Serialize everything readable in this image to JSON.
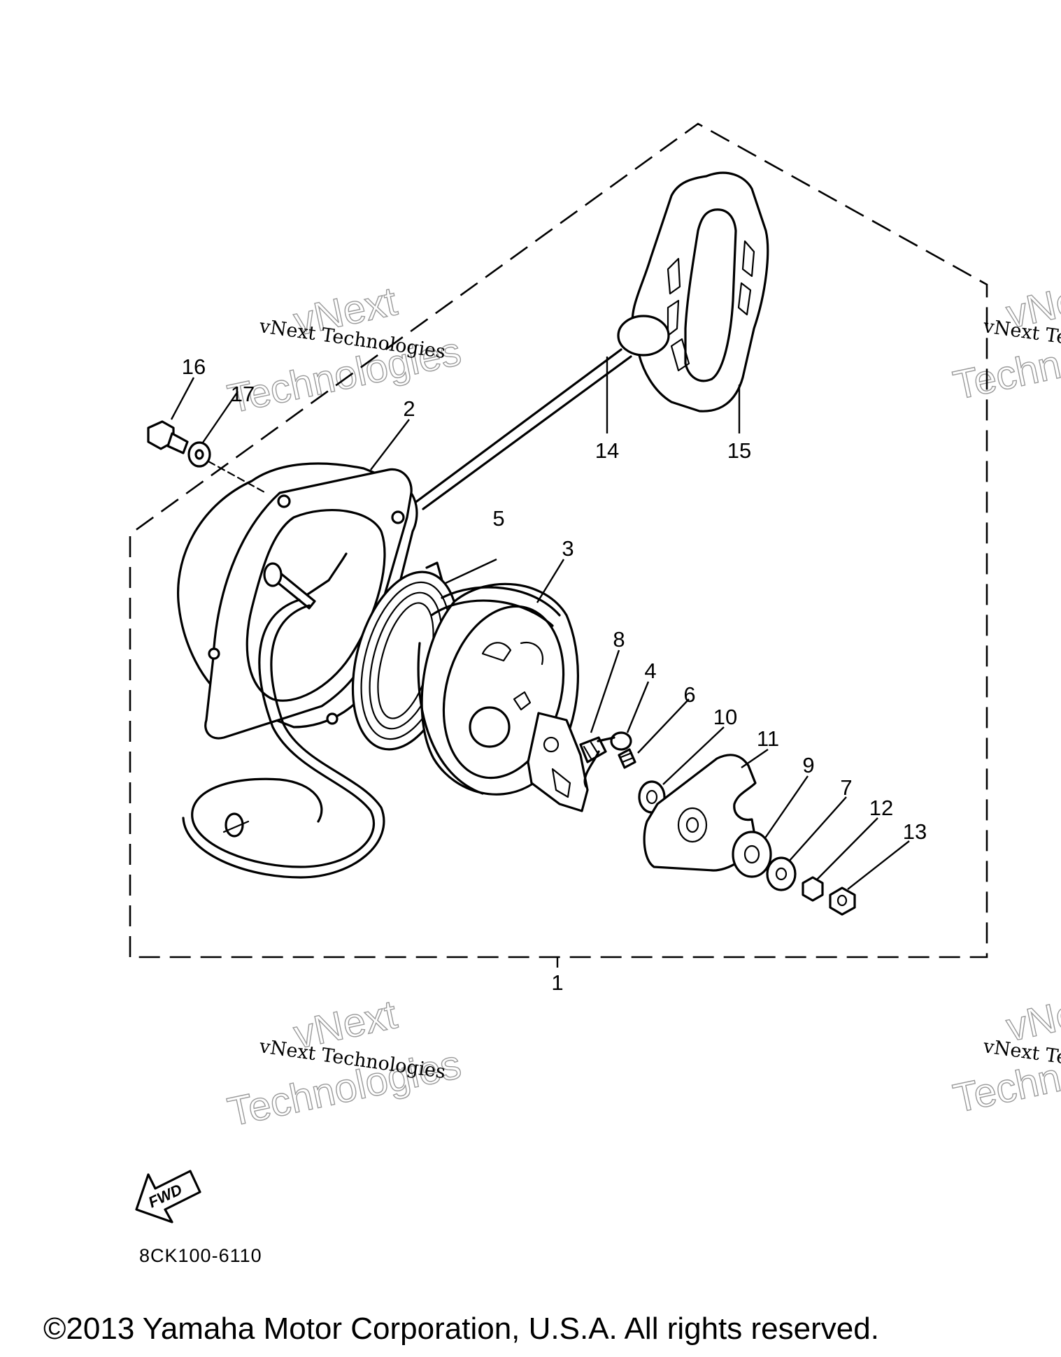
{
  "watermark": {
    "line1": "vNext Technologies",
    "big_top": "vNext",
    "big_bottom": "Technologies"
  },
  "parts": {
    "p1": "1",
    "p2": "2",
    "p3": "3",
    "p4": "4",
    "p5": "5",
    "p6": "6",
    "p7": "7",
    "p8": "8",
    "p9": "9",
    "p10": "10",
    "p11": "11",
    "p12": "12",
    "p13": "13",
    "p14": "14",
    "p15": "15",
    "p16": "16",
    "p17": "17"
  },
  "fwd_arrow": {
    "label": "FWD"
  },
  "drawing_code": "8CK100-6110",
  "copyright": "©2013 Yamaha Motor Corporation, U.S.A. All rights reserved."
}
